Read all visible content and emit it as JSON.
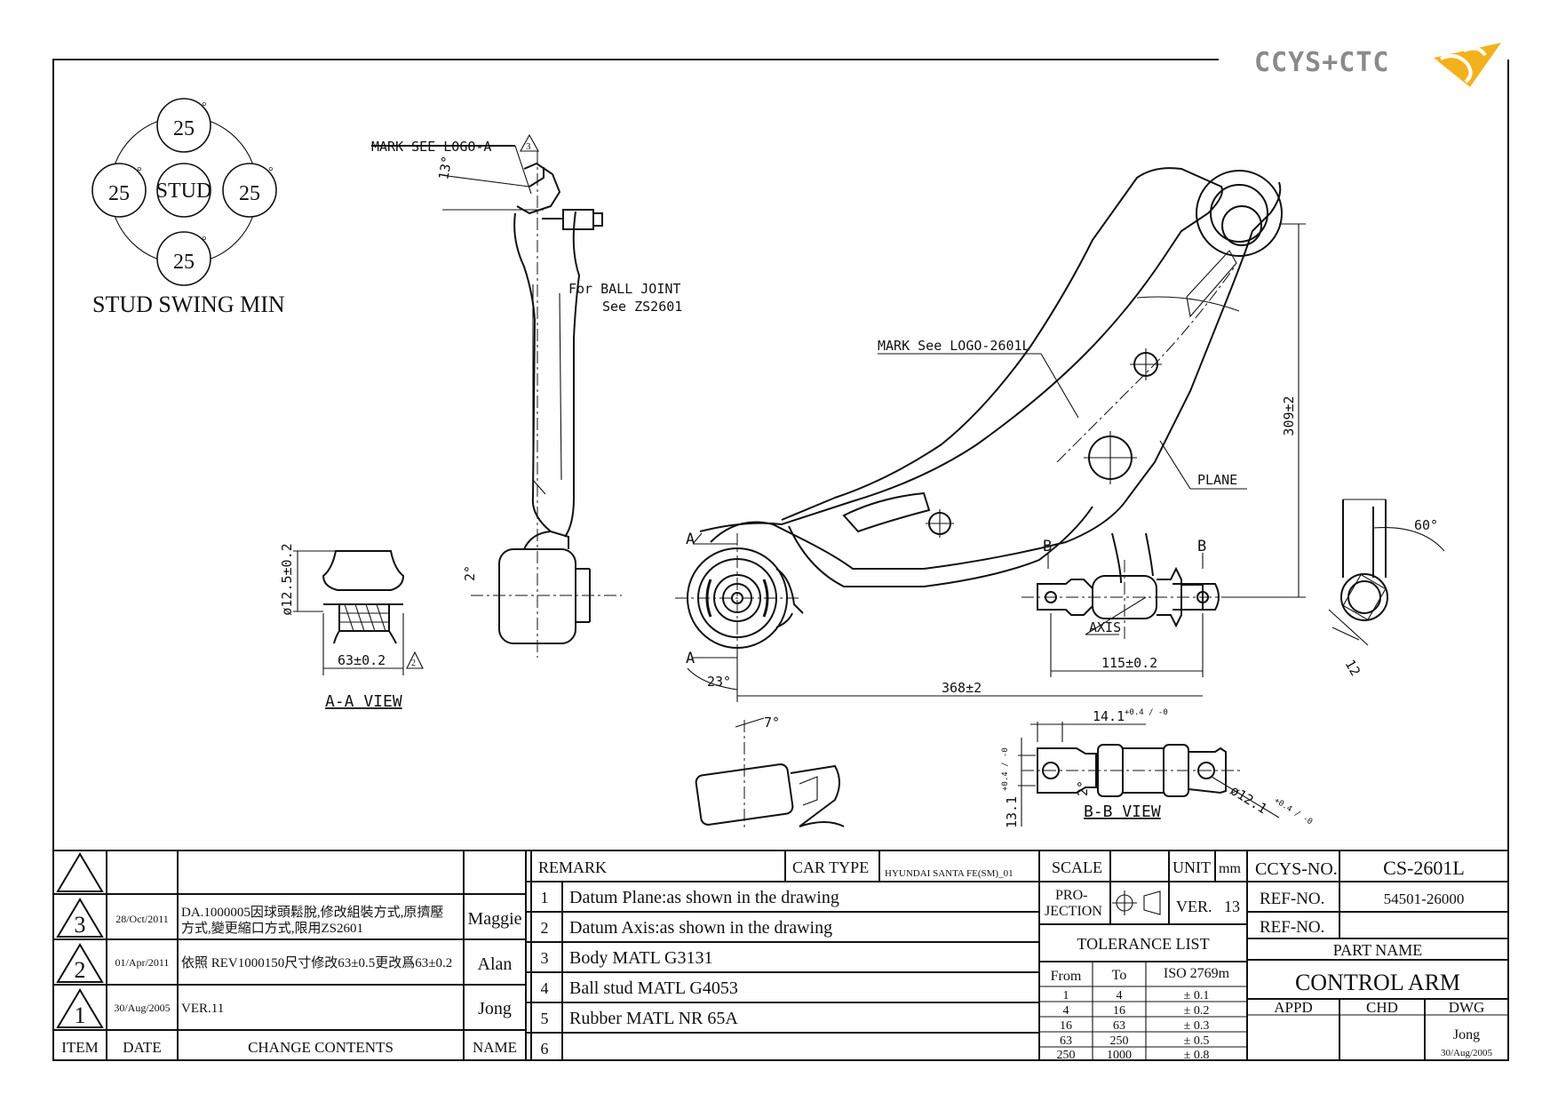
{
  "brand": {
    "logo_text": "CCYS+CTC"
  },
  "stud_swing": {
    "center_label": "STUD",
    "angles": [
      "25",
      "25",
      "25",
      "25"
    ],
    "degree_mark": "°",
    "caption": "STUD SWING MIN"
  },
  "annotations": {
    "mark_logo_a": "MARK SEE LOGO-A",
    "rev3_tag": "3",
    "angle_13": "13°",
    "ball_joint_line1": "For BALL JOINT",
    "ball_joint_line2": "See ZS2601",
    "mark_logo_2601l": "MARK See LOGO-2601L",
    "dim_309": "309±2",
    "plane": "PLANE",
    "angle_60": "60°",
    "dim_12": "12",
    "dim_dia_12_5": "ø12.5±0.2",
    "dim_63": "63±0.2",
    "rev2_tag": "2",
    "aa_view": "A-A VIEW",
    "angle_2_left": "2°",
    "section_a_top": "A",
    "section_a_bottom": "A",
    "angle_23": "23°",
    "section_b_left": "B",
    "section_b_right": "B",
    "axis": "AXIS",
    "dim_115": "115±0.2",
    "dim_368": "368±2",
    "angle_7": "7°",
    "dim_14_1": "14.1",
    "dim_14_1_tol": "+0.4 / -0",
    "dim_13_1": "13.1",
    "dim_13_1_tol": "+0.4 / -0",
    "angle_2_bb": "2°",
    "dim_dia_12_1": "ø12.1",
    "dim_dia_12_1_tol": "+0.4 / -0",
    "bb_view": "B-B VIEW"
  },
  "revision_table": {
    "headers": {
      "item": "ITEM",
      "date": "DATE",
      "change": "CHANGE CONTENTS",
      "name": "NAME"
    },
    "rows": [
      {
        "item": "3",
        "date": "28/Oct/2011",
        "change_line1": "DA.1000005因球頭鬆脫,修改組裝方式,原擠壓",
        "change_line2": "方式,變更縮口方式,限用ZS2601",
        "name": "Maggie"
      },
      {
        "item": "2",
        "date": "01/Apr/2011",
        "change_line1": "依照 REV1000150尺寸修改63±0.5更改爲63±0.2",
        "change_line2": "",
        "name": "Alan"
      },
      {
        "item": "1",
        "date": "30/Aug/2005",
        "change_line1": "VER.11",
        "change_line2": "",
        "name": "Jong"
      }
    ]
  },
  "remarks": {
    "header": "REMARK",
    "car_type_label": "CAR TYPE",
    "car_type_value": "HYUNDAI SANTA FE(SM)_01",
    "items": [
      {
        "no": "1",
        "text": "Datum Plane:as shown in the drawing"
      },
      {
        "no": "2",
        "text": "Datum Axis:as shown in the drawing"
      },
      {
        "no": "3",
        "text": "Body MATL G3131"
      },
      {
        "no": "4",
        "text": "Ball stud MATL G4053"
      },
      {
        "no": "5",
        "text": "Rubber MATL NR 65A"
      },
      {
        "no": "6",
        "text": ""
      }
    ]
  },
  "title_block": {
    "scale_label": "SCALE",
    "unit_label": "UNIT",
    "unit_value": "mm",
    "projection_line1": "PRO-",
    "projection_line2": "JECTION",
    "ver_label": "VER.",
    "ver_value": "13",
    "tolerance_title": "TOLERANCE LIST",
    "tol_headers": [
      "From",
      "To",
      "ISO 2769m"
    ],
    "tolerances": [
      [
        "1",
        "4",
        "± 0.1"
      ],
      [
        "4",
        "16",
        "± 0.2"
      ],
      [
        "16",
        "63",
        "± 0.3"
      ],
      [
        "63",
        "250",
        "± 0.5"
      ],
      [
        "250",
        "1000",
        "± 0.8"
      ]
    ],
    "ccys_no_label": "CCYS-NO.",
    "ccys_no_value": "CS-2601L",
    "ref_no_label": "REF-NO.",
    "ref_no_value": "54501-26000",
    "ref_no2_label": "REF-NO.",
    "ref_no2_value": "",
    "part_name_label": "PART NAME",
    "part_name_value": "CONTROL ARM",
    "appd_label": "APPD",
    "chd_label": "CHD",
    "dwg_label": "DWG",
    "dwg_name": "Jong",
    "dwg_date": "30/Aug/2005"
  }
}
